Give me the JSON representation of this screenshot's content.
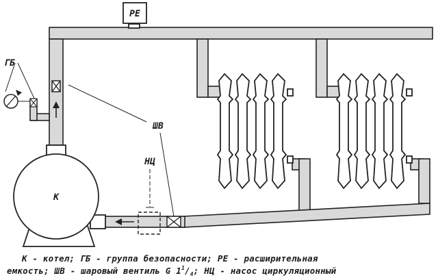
{
  "labels": {
    "expansion_tank": "РЕ",
    "safety_group": "ГБ",
    "ball_valve": "ШВ",
    "pump": "НЦ",
    "boiler": "К"
  },
  "caption": {
    "line1": "К - котел; ГБ - группа безопасности; РЕ - расширительная",
    "line2_before": "емкость; ШВ - шаровый вентиль G 1",
    "line2_sup": "1",
    "line2_slash": "/",
    "line2_sub": "4",
    "line2_after": "; НЦ - насос циркуляционный"
  },
  "colors": {
    "pipe_fill": "#d9d9d9",
    "outline": "#222222",
    "background": "#ffffff"
  }
}
